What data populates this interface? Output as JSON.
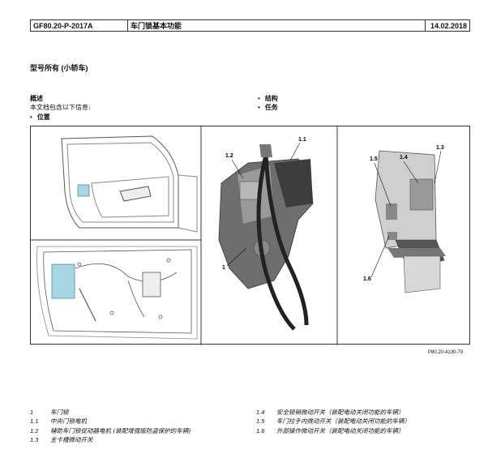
{
  "header": {
    "doc_number": "GF80.20-P-2017A",
    "title": "车门锁基本功能",
    "date": "14.02.2018"
  },
  "applies_to": "型号所有 (小轿车)",
  "overview": {
    "title": "概述",
    "intro": "本文档包含以下信息:",
    "bullets": [
      "位置",
      "结构",
      "任务"
    ]
  },
  "figure": {
    "reference": "P80.20-4130-79",
    "callouts": [
      "1.1",
      "1.2",
      "1",
      "1.3",
      "1.4",
      "1.5",
      "1.6"
    ]
  },
  "legend": {
    "left": [
      {
        "num": "1",
        "text": "车门锁"
      },
      {
        "num": "1.1",
        "text": "中央门锁电机"
      },
      {
        "num": "1.2",
        "text": "辅助车门锁促动器电机 (装配增强版防盗保护的车辆)"
      },
      {
        "num": "1.3",
        "text": "主卡槽微动开关"
      }
    ],
    "right": [
      {
        "num": "1.4",
        "text": "安全锁销微动开关（装配电动关闭功能的车辆）"
      },
      {
        "num": "1.5",
        "text": "车门拉手内微动开关（装配电动关闭功能的车辆）"
      },
      {
        "num": "1.6",
        "text": "外部操作微动开关（装配电动关闭功能的车辆）"
      }
    ]
  }
}
